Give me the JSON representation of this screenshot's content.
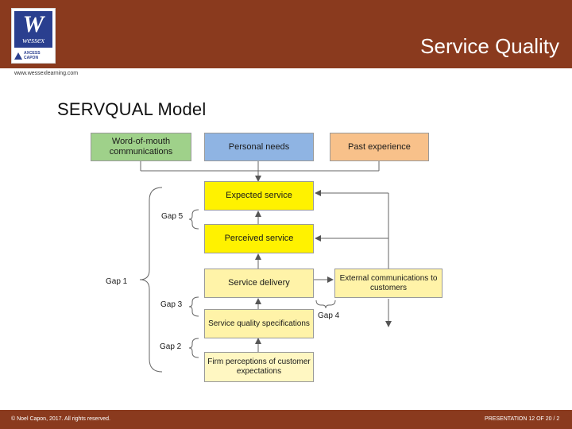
{
  "header": {
    "title": "Service Quality",
    "logo_letter": "W",
    "logo_name": "wessex",
    "logo_sub_1": "AXCESS",
    "logo_sub_2": "CAPON",
    "url": "www.wessexlearning.com"
  },
  "slide": {
    "title": "SERVQUAL Model"
  },
  "diagram": {
    "boxes": {
      "word_of_mouth": "Word-of-mouth communications",
      "personal_needs": "Personal needs",
      "past_experience": "Past experience",
      "expected_service": "Expected service",
      "perceived_service": "Perceived service",
      "service_delivery": "Service delivery",
      "external_comms": "External communications to customers",
      "service_quality_specs": "Service quality specifications",
      "firm_perceptions": "Firm perceptions of customer expectations"
    },
    "gaps": {
      "gap1": "Gap 1",
      "gap2": "Gap 2",
      "gap3": "Gap 3",
      "gap4": "Gap 4",
      "gap5": "Gap 5"
    },
    "colors": {
      "green": "#9fd18a",
      "blue": "#8fb4e3",
      "orange": "#f8c18a",
      "yellow": "#fff200",
      "pale_yellow": "#fff3a8"
    }
  },
  "footer": {
    "copyright": "© Noel Capon, 2017. All rights reserved.",
    "page": "PRESENTATION 12 OF 20 / 2"
  }
}
